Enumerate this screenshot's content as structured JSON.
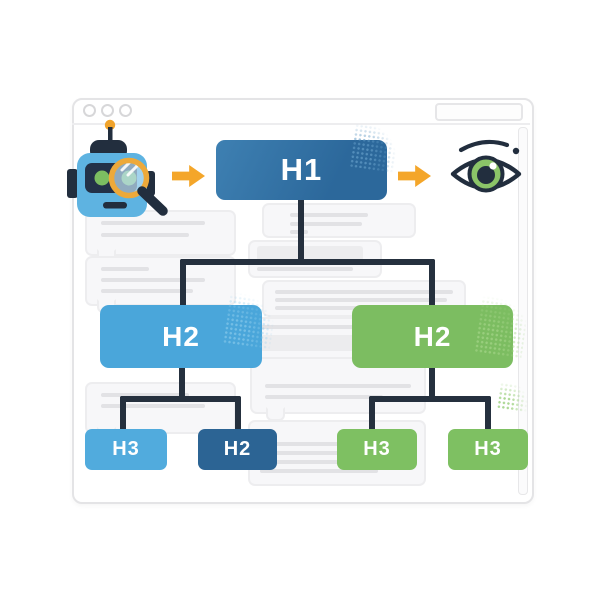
{
  "diagram_title": "heading-structure-tree-illustration",
  "heading_tree": {
    "root": {
      "label": "H1",
      "color": "#31709f"
    },
    "level2": [
      {
        "label": "H2",
        "color": "#4aa6da"
      },
      {
        "label": "H2",
        "color": "#7cbd61"
      }
    ],
    "level3": [
      {
        "label": "H3",
        "color": "#51abdd"
      },
      {
        "label": "H2",
        "color": "#2c6494"
      },
      {
        "label": "H3",
        "color": "#7ec062"
      },
      {
        "label": "H3",
        "color": "#7ec062"
      }
    ]
  },
  "icons": {
    "crawler": "robot-crawler-icon",
    "magnifier": "magnifying-glass-icon",
    "flow_arrows": [
      "arrow-right-icon",
      "arrow-right-icon"
    ],
    "viewer": "eye-icon"
  },
  "browser_window": {
    "window_controls_count": 3
  },
  "colors": {
    "connector": "#25303e",
    "arrow_orange": "#f4a62a",
    "robot_blue": "#5eb3e1",
    "navy": "#222e3e",
    "eye_iris_green": "#8bc468",
    "card_fill": "#f7f7f9",
    "card_border": "#ededef"
  }
}
